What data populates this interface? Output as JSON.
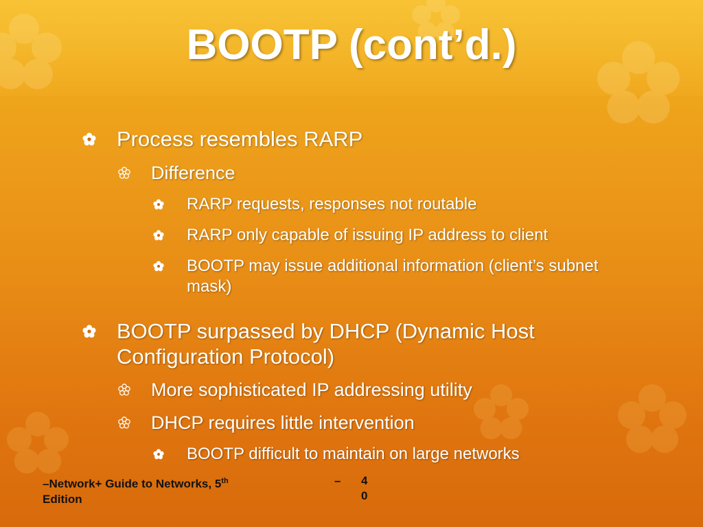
{
  "slide": {
    "title": "BOOTP (cont’d.)",
    "bullets": {
      "b1": "Process resembles RARP",
      "b1_1": "Difference",
      "b1_1_1": "RARP requests, responses not routable",
      "b1_1_2": "RARP only capable of issuing IP address to client",
      "b1_1_3": "BOOTP may issue additional information (client’s subnet mask)",
      "b2": "BOOTP surpassed by DHCP (Dynamic Host Configuration Protocol)",
      "b2_1": "More sophisticated IP addressing utility",
      "b2_2": "DHCP requires little intervention",
      "b2_2_1": "BOOTP difficult to maintain on large networks"
    }
  },
  "footer": {
    "left_prefix": "–",
    "book": "Network+ Guide to Networks, 5",
    "sup": "th",
    "edition": "Edition",
    "dash": "–",
    "page_line1": "4",
    "page_line2": "0"
  },
  "colors": {
    "text": "#ffffff",
    "footer_text": "#111111",
    "bg_top": "#f2b21f",
    "bg_bottom": "#d86a0b"
  },
  "icons": {
    "level1_bullet": "flower-bullet-icon",
    "level2_bullet": "outline-flower-bullet-icon",
    "level3_bullet": "flower-bullet-icon"
  }
}
